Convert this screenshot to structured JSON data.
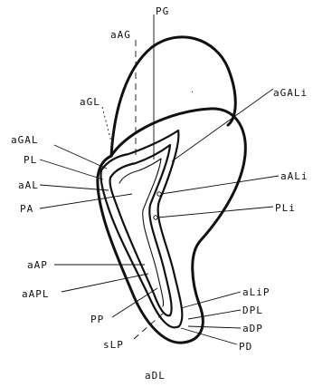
{
  "diagram": {
    "labels": {
      "PG": "PG",
      "aAG": "aAG",
      "aGL": "aGL",
      "aGALi": "aGALi",
      "aGAL": "aGAL",
      "PL": "PL",
      "aALi": "aALi",
      "aAL": "aAL",
      "PLi": "PLi",
      "PA": "PA",
      "aAP": "aAP",
      "aAPL": "aAPL",
      "aLiP": "aLiP",
      "PP": "PP",
      "DPL": "DPL",
      "aDP": "aDP",
      "sLP": "sLP",
      "PD": "PD",
      "aDL": "aDL"
    }
  }
}
